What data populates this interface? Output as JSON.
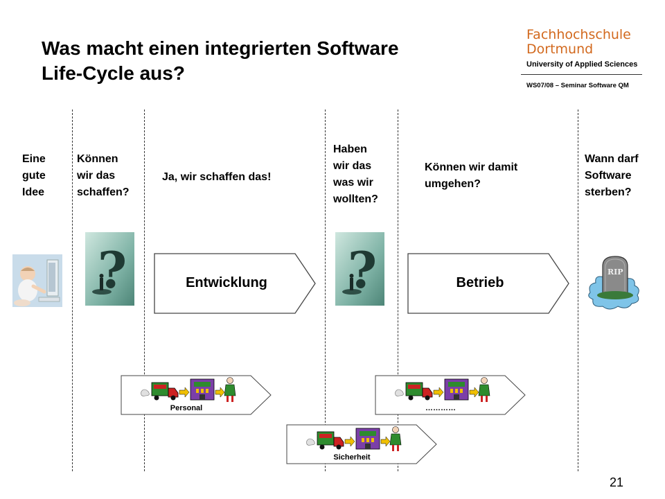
{
  "title_line1": "Was macht einen integrierten Software",
  "title_line2": "Life-Cycle aus?",
  "logo": {
    "line1": "Fachhochschule",
    "line2": "Dortmund",
    "line3": "University of Applied Sciences",
    "course": "WS07/08 – Seminar Software QM"
  },
  "questions": {
    "q1": [
      "Eine",
      "gute",
      "Idee"
    ],
    "q2": [
      "Können",
      "wir das",
      "schaffen?"
    ],
    "q3": [
      "Ja, wir schaffen das!"
    ],
    "q4": [
      "Haben",
      "wir das",
      "was wir",
      "wollten?"
    ],
    "q5": [
      "Können wir damit",
      "umgehen?"
    ],
    "q6": [
      "Wann darf",
      "Software",
      "sterben?"
    ]
  },
  "phases": {
    "development": "Entwicklung",
    "operation": "Betrieb"
  },
  "processes": {
    "personnel": "Personal",
    "security": "Sicherheit",
    "more": "…………"
  },
  "page_number": "21",
  "colors": {
    "logo_orange": "#d2691e",
    "truck_green": "#2e8b2e",
    "truck_red": "#cc2222",
    "building_purple": "#7b3fa8",
    "arrow_yellow": "#f0c000"
  }
}
